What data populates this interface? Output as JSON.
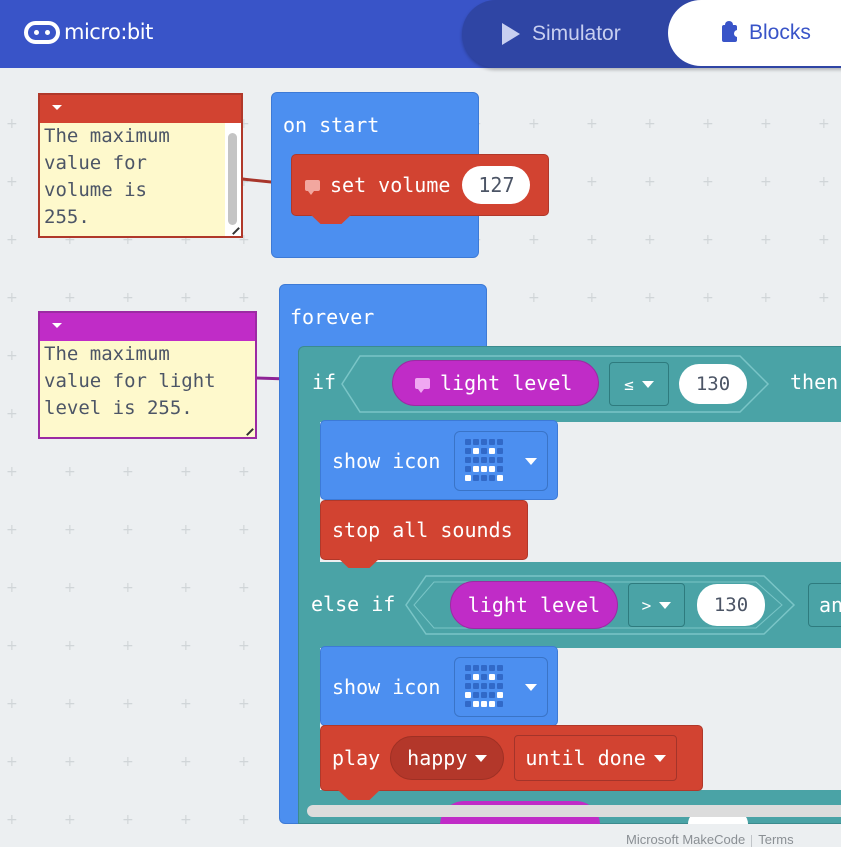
{
  "header": {
    "logo_text": "micro:bit",
    "tabs": [
      {
        "label": "Simulator",
        "icon": "play-icon",
        "active": false
      },
      {
        "label": "Blocks",
        "icon": "puzzle-icon",
        "active": true
      }
    ],
    "bg_color": "#3954c8"
  },
  "comments": [
    {
      "text": "The maximum\nvalue for\nvolume is\n255.",
      "color": "#d24331"
    },
    {
      "text": "The maximum\nvalue for light\nlevel is 255.",
      "color": "#c02cc7"
    }
  ],
  "on_start": {
    "label": "on start",
    "set_volume": {
      "label": "set volume",
      "value": "127"
    }
  },
  "forever": {
    "label": "forever",
    "if_block": {
      "if_label": "if",
      "sensor": "light level",
      "operator": "≤",
      "value": "130",
      "then_label": "then",
      "show_icon_label": "show icon",
      "icon": "sad",
      "stop_label": "stop all sounds"
    },
    "else_if_block": {
      "label": "else if",
      "sensor": "light level",
      "operator": ">",
      "value": "130",
      "and_label": "an",
      "show_icon_label": "show icon",
      "icon": "happy",
      "play_label": "play",
      "melody": "happy",
      "mode": "until done"
    }
  },
  "icons": {
    "sad": [
      [
        0,
        0,
        0,
        0,
        0
      ],
      [
        0,
        1,
        0,
        1,
        0
      ],
      [
        0,
        0,
        0,
        0,
        0
      ],
      [
        0,
        1,
        1,
        1,
        0
      ],
      [
        1,
        0,
        0,
        0,
        1
      ]
    ],
    "happy": [
      [
        0,
        0,
        0,
        0,
        0
      ],
      [
        0,
        1,
        0,
        1,
        0
      ],
      [
        0,
        0,
        0,
        0,
        0
      ],
      [
        1,
        0,
        0,
        0,
        1
      ],
      [
        0,
        1,
        1,
        1,
        0
      ]
    ]
  },
  "footer": {
    "brand": "Microsoft MakeCode",
    "terms": "Terms"
  }
}
